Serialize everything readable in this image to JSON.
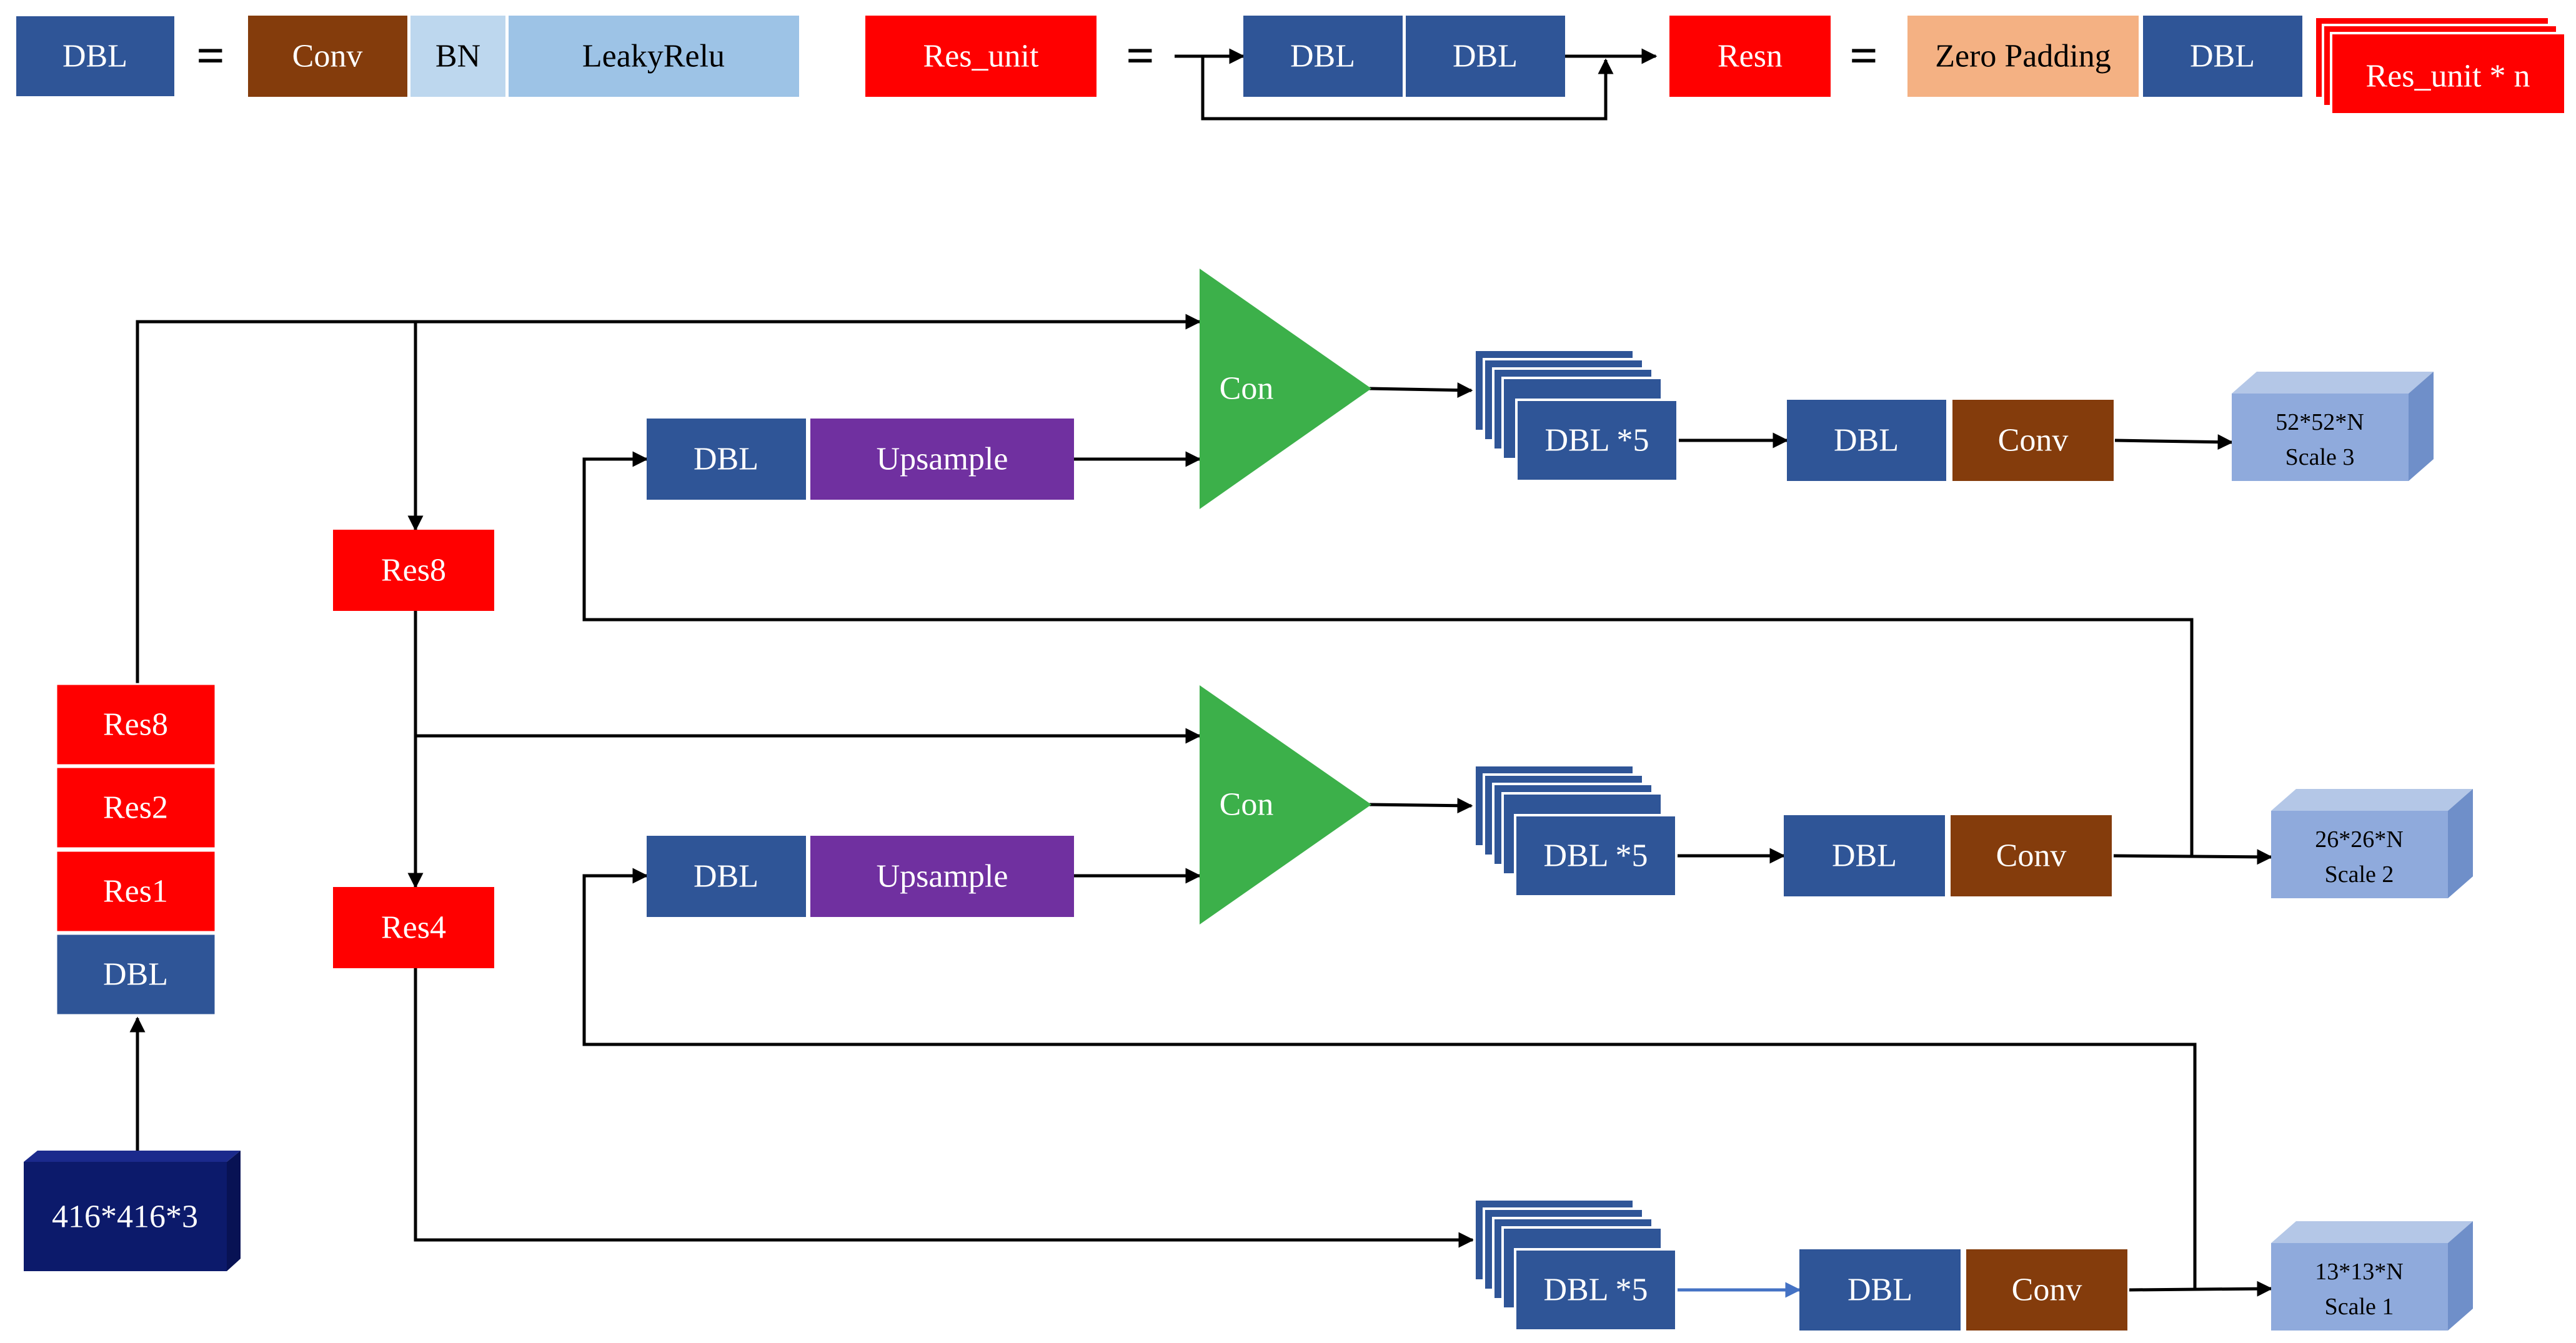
{
  "colors": {
    "dbl": "#2f5597",
    "conv": "#843c0c",
    "bn": "#bdd7ee",
    "leaky": "#9dc3e6",
    "res": "#ff0000",
    "zero_padding": "#f4b183",
    "upsample": "#7030a0",
    "concat": "#3cb04a",
    "output_cube": "#8faadc",
    "input_cube": "#0c1a6b",
    "text_light": "#ffffff",
    "text_dark": "#000000",
    "line": "#000000",
    "line_blue": "#4472c4"
  },
  "legend": {
    "dbl_def": {
      "lhs": "DBL",
      "eq": "=",
      "conv": "Conv",
      "bn": "BN",
      "leaky": "LeakyRelu"
    },
    "res_unit_def": {
      "lhs": "Res_unit",
      "eq": "=",
      "dbl_a": "DBL",
      "dbl_b": "DBL"
    },
    "resn_def": {
      "lhs": "Resn",
      "eq": "=",
      "zero_padding": "Zero Padding",
      "dbl": "DBL",
      "res_unit_n": "Res_unit  * n"
    }
  },
  "backbone": {
    "input": "416*416*3",
    "stack": [
      "Res8",
      "Res2",
      "Res1",
      "DBL"
    ],
    "res8_mid": "Res8",
    "res4_mid": "Res4"
  },
  "branches": {
    "top": {
      "dbl": "DBL",
      "upsample": "Upsample",
      "concat": "Con",
      "dbl5": "DBL *5",
      "out_dbl": "DBL",
      "out_conv": "Conv",
      "output_line1": "52*52*N",
      "output_line2": "Scale 3"
    },
    "middle": {
      "dbl": "DBL",
      "upsample": "Upsample",
      "concat": "Con",
      "dbl5": "DBL *5",
      "out_dbl": "DBL",
      "out_conv": "Conv",
      "output_line1": "26*26*N",
      "output_line2": "Scale 2"
    },
    "bottom": {
      "dbl5": "DBL *5",
      "out_dbl": "DBL",
      "out_conv": "Conv",
      "output_line1": "13*13*N",
      "output_line2": "Scale 1"
    }
  }
}
